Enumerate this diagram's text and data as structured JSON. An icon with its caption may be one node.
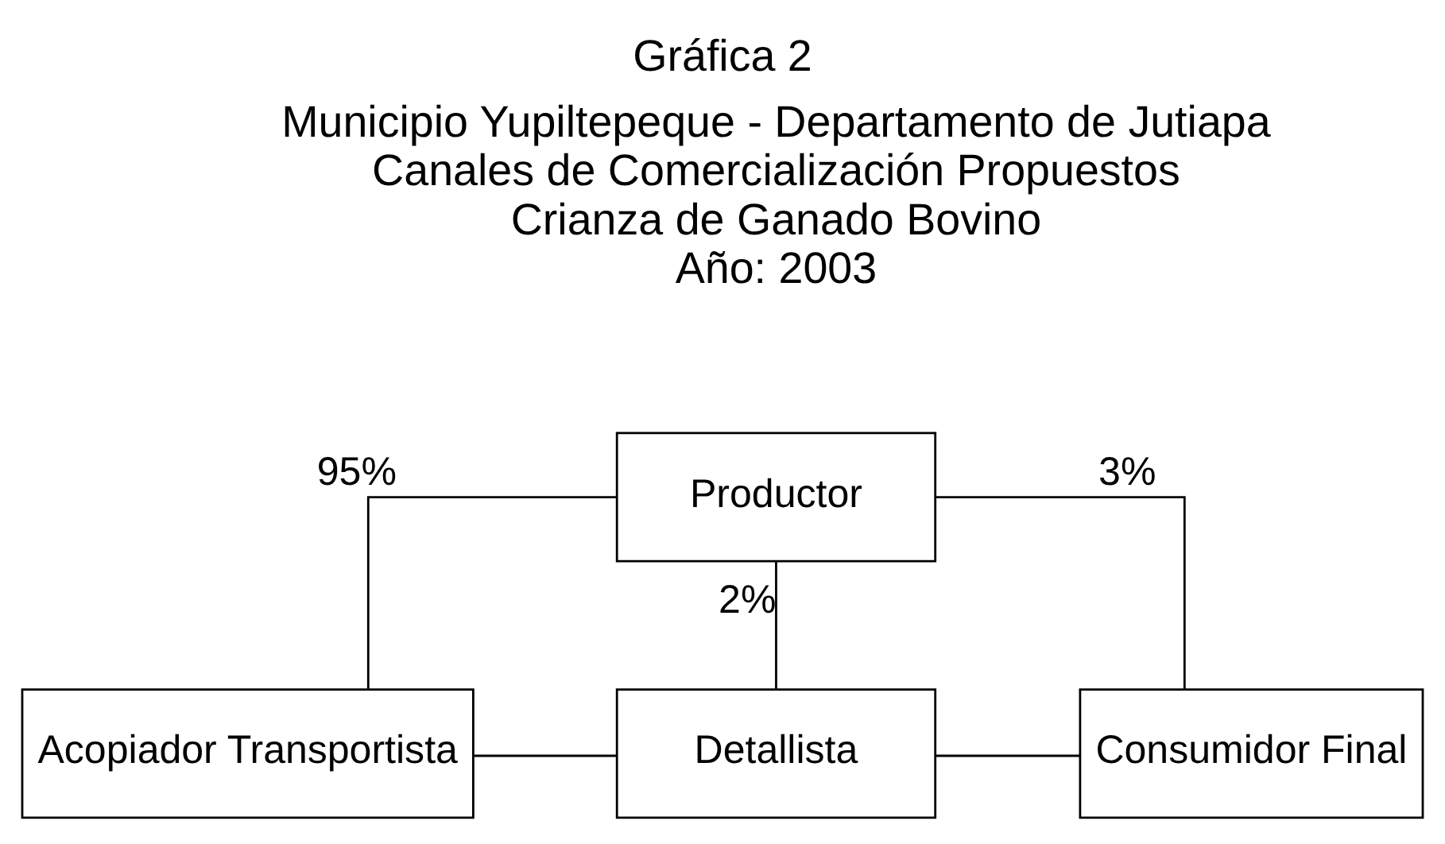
{
  "diagram": {
    "title": "Gráfica 2",
    "nodes": [
      {
        "text": [
          "Productor"
        ]
      },
      {
        "text": [
          "Acopiador Transportista"
        ]
      },
      {
        "text": [
          "Detallista"
        ]
      },
      {
        "text": [
          "Consumidor Final"
        ]
      }
    ],
    "edges": [
      {
        "from": 0,
        "to": 1,
        "arrow": "none",
        "label": "95%"
      },
      {
        "from": 0,
        "to": 2,
        "arrow": "none",
        "label": "2%"
      },
      {
        "from": 0,
        "to": 3,
        "arrow": "none",
        "label": "3%"
      },
      {
        "from": 1,
        "to": 2,
        "arrow": "none"
      },
      {
        "from": 2,
        "to": 3,
        "arrow": "none"
      }
    ],
    "labels": [
      "Municipio Yupiltepeque - Departamento de Jutiapa",
      "Canales de Comercialización Propuestos",
      "Crianza de Ganado Bovino",
      "Año: 2003"
    ]
  }
}
